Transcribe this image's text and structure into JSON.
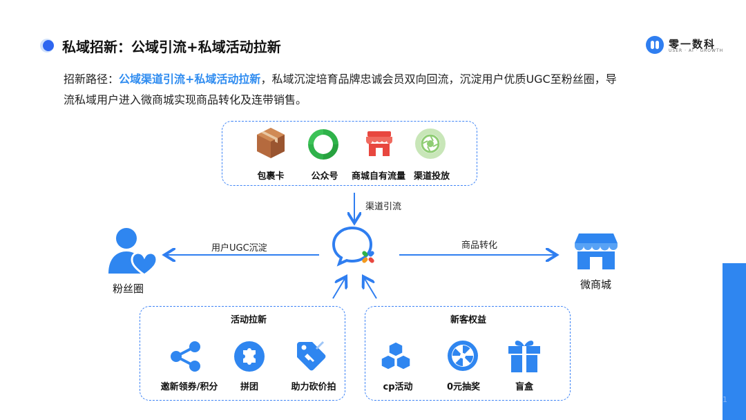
{
  "header": {
    "title": "私域招新：公域引流+私域活动拉新",
    "logo_text": "零一数科",
    "logo_sub": "USER · AI · GROWTH"
  },
  "intro": {
    "prefix": "招新路径：",
    "highlight": "公域渠道引流+私域活动拉新",
    "suffix_line1": "，私域沉淀培育品牌忠诚会员双向回流，沉淀用户优质UGC至粉丝圈，导",
    "line2": "流私域用户进入微商城实现商品转化及连带销售。"
  },
  "top_box": {
    "items": [
      "包裹卡",
      "公众号",
      "商城自有流量",
      "渠道投放"
    ]
  },
  "arrows": {
    "down_label": "渠道引流",
    "left_label": "用户UGC沉淀",
    "right_label": "商品转化"
  },
  "nodes": {
    "fans": "粉丝圈",
    "mall": "微商城"
  },
  "activity_box": {
    "title": "活动拉新",
    "items": [
      "邀新领券/积分",
      "拼团",
      "助力砍价拍"
    ]
  },
  "benefit_box": {
    "title": "新客权益",
    "items": [
      "cp活动",
      "0元抽奖",
      "盲盒"
    ]
  },
  "page_number": "1",
  "colors": {
    "accent": "#2f86f0",
    "arrow": "#2f7ef0",
    "box_brown": "#b56a3e",
    "wechat_green": "#2fb24a",
    "store_red": "#e8473f"
  }
}
